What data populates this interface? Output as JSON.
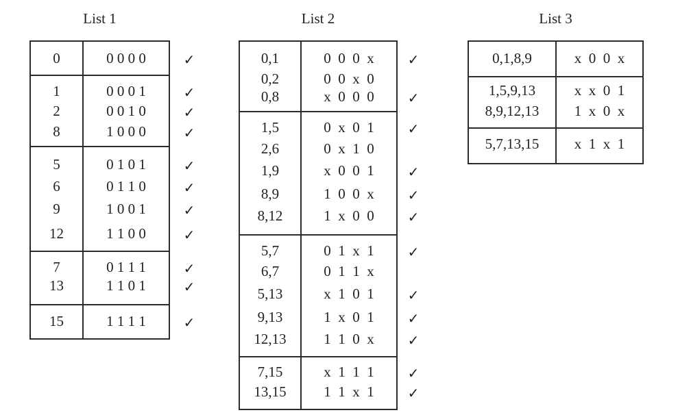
{
  "lists": [
    {
      "title": "List 1",
      "groups": [
        {
          "rows": [
            {
              "terms": "0",
              "bits": "0 0 0 0",
              "checked": true
            }
          ]
        },
        {
          "rows": [
            {
              "terms": "1",
              "bits": "0 0 0 1",
              "checked": true
            },
            {
              "terms": "2",
              "bits": "0 0 1 0",
              "checked": true
            },
            {
              "terms": "8",
              "bits": "1 0 0 0",
              "checked": true
            }
          ]
        },
        {
          "rows": [
            {
              "terms": "5",
              "bits": "0 1 0 1",
              "checked": true
            },
            {
              "terms": "6",
              "bits": "0 1 1 0",
              "checked": true
            },
            {
              "terms": "9",
              "bits": "1 0 0 1",
              "checked": true
            },
            {
              "terms": "12",
              "bits": "1 1 0 0",
              "checked": true
            }
          ]
        },
        {
          "rows": [
            {
              "terms": "7",
              "bits": "0 1 1 1",
              "checked": true
            },
            {
              "terms": "13",
              "bits": "1 1 0 1",
              "checked": true
            }
          ]
        },
        {
          "rows": [
            {
              "terms": "15",
              "bits": "1 1 1 1",
              "checked": true
            }
          ]
        }
      ]
    },
    {
      "title": "List 2",
      "groups": [
        {
          "rows": [
            {
              "terms": "0,1",
              "bits": "0  0  0  x",
              "checked": true
            },
            {
              "terms": "0,2",
              "bits": "0  0  x  0",
              "checked": false
            },
            {
              "terms": "0,8",
              "bits": "x  0  0  0",
              "checked": true
            }
          ]
        },
        {
          "rows": [
            {
              "terms": "1,5",
              "bits": "0  x  0  1",
              "checked": true
            },
            {
              "terms": "2,6",
              "bits": "0  x  1  0",
              "checked": false
            },
            {
              "terms": "1,9",
              "bits": "x  0  0  1",
              "checked": true
            },
            {
              "terms": "8,9",
              "bits": "1  0  0  x",
              "checked": true
            },
            {
              "terms": "8,12",
              "bits": "1  x  0  0",
              "checked": true
            }
          ]
        },
        {
          "rows": [
            {
              "terms": "5,7",
              "bits": "0  1  x  1",
              "checked": true
            },
            {
              "terms": "6,7",
              "bits": "0  1  1  x",
              "checked": false
            },
            {
              "terms": "5,13",
              "bits": "x  1  0  1",
              "checked": true
            },
            {
              "terms": "9,13",
              "bits": "1  x  0  1",
              "checked": true
            },
            {
              "terms": "12,13",
              "bits": "1  1  0  x",
              "checked": true
            }
          ]
        },
        {
          "rows": [
            {
              "terms": "7,15",
              "bits": "x  1  1  1",
              "checked": true
            },
            {
              "terms": "13,15",
              "bits": "1  1  x  1",
              "checked": true
            }
          ]
        }
      ]
    },
    {
      "title": "List 3",
      "groups": [
        {
          "rows": [
            {
              "terms": "0,1,8,9",
              "bits": "x  0  0  x",
              "checked": false
            }
          ]
        },
        {
          "rows": [
            {
              "terms": "1,5,9,13",
              "bits": "x  x  0  1",
              "checked": false
            },
            {
              "terms": "8,9,12,13",
              "bits": "1  x  0  x",
              "checked": false
            }
          ]
        },
        {
          "rows": [
            {
              "terms": "5,7,13,15",
              "bits": "x  1  x  1",
              "checked": false
            }
          ]
        }
      ]
    }
  ],
  "check_mark": "✓"
}
